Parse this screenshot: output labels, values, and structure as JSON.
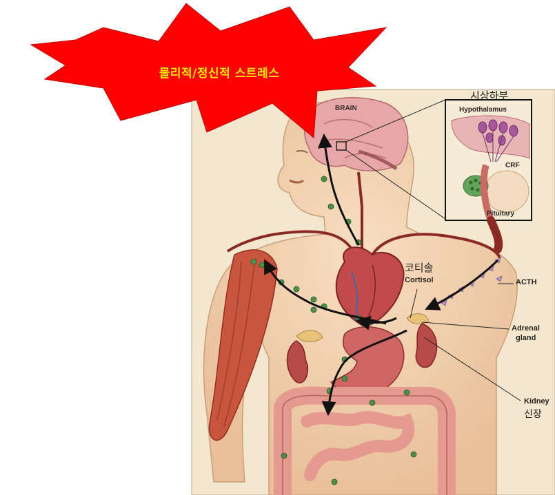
{
  "burst": {
    "text": "물리적/정신적 스트레스",
    "fill": "#ff0000",
    "text_color": "#ffe600"
  },
  "inset": {
    "title": "시상하부",
    "labels": {
      "hypothalamus": "Hypothalamus",
      "crf": "CRF",
      "pituitary": "Pituitary"
    }
  },
  "labels": {
    "brain": "BRAIN",
    "cortisol_ko": "코티솔",
    "cortisol_en": "Cortisol",
    "acth": "ACTH",
    "adrenal_1": "Adrenal",
    "adrenal_2": "gland",
    "kidney_en": "Kidney",
    "kidney_ko": "신장"
  },
  "colors": {
    "panel_bg": "#f3e7cf",
    "skin": "#f3d3b1",
    "brain": "#e7a6a8",
    "muscle": "#c8553d",
    "organ": "#cf6664",
    "intestine": "#e59a90",
    "vessel": "#8b2a24",
    "hormone": "#4f8f4a",
    "arrow": "#111111"
  }
}
